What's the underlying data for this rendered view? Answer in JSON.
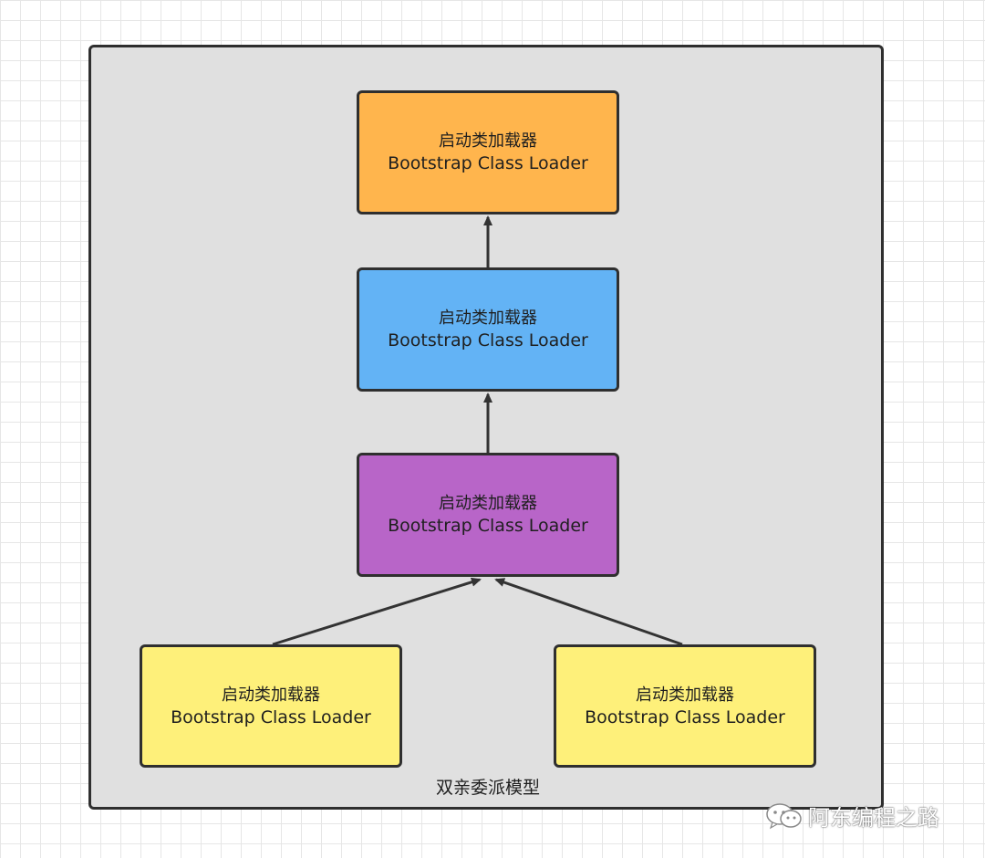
{
  "colors": {
    "frame_fill": "#e0e0e0",
    "frame_border": "#2f2f2f",
    "top_fill": "#ffb54d",
    "second_fill": "#63b3f5",
    "third_fill": "#b865c8",
    "bottom_fill": "#fef07a",
    "arrow": "#333333"
  },
  "nodes": {
    "top": {
      "line1": "启动类加载器",
      "line2": "Bootstrap Class Loader"
    },
    "second": {
      "line1": "启动类加载器",
      "line2": "Bootstrap Class Loader"
    },
    "third": {
      "line1": "启动类加载器",
      "line2": "Bootstrap Class Loader"
    },
    "left": {
      "line1": "启动类加载器",
      "line2": "Bootstrap Class Loader"
    },
    "right": {
      "line1": "启动类加载器",
      "line2": "Bootstrap Class Loader"
    }
  },
  "caption": "双亲委派模型",
  "watermark": {
    "icon": "wechat-icon",
    "text": "阿东编程之路"
  }
}
